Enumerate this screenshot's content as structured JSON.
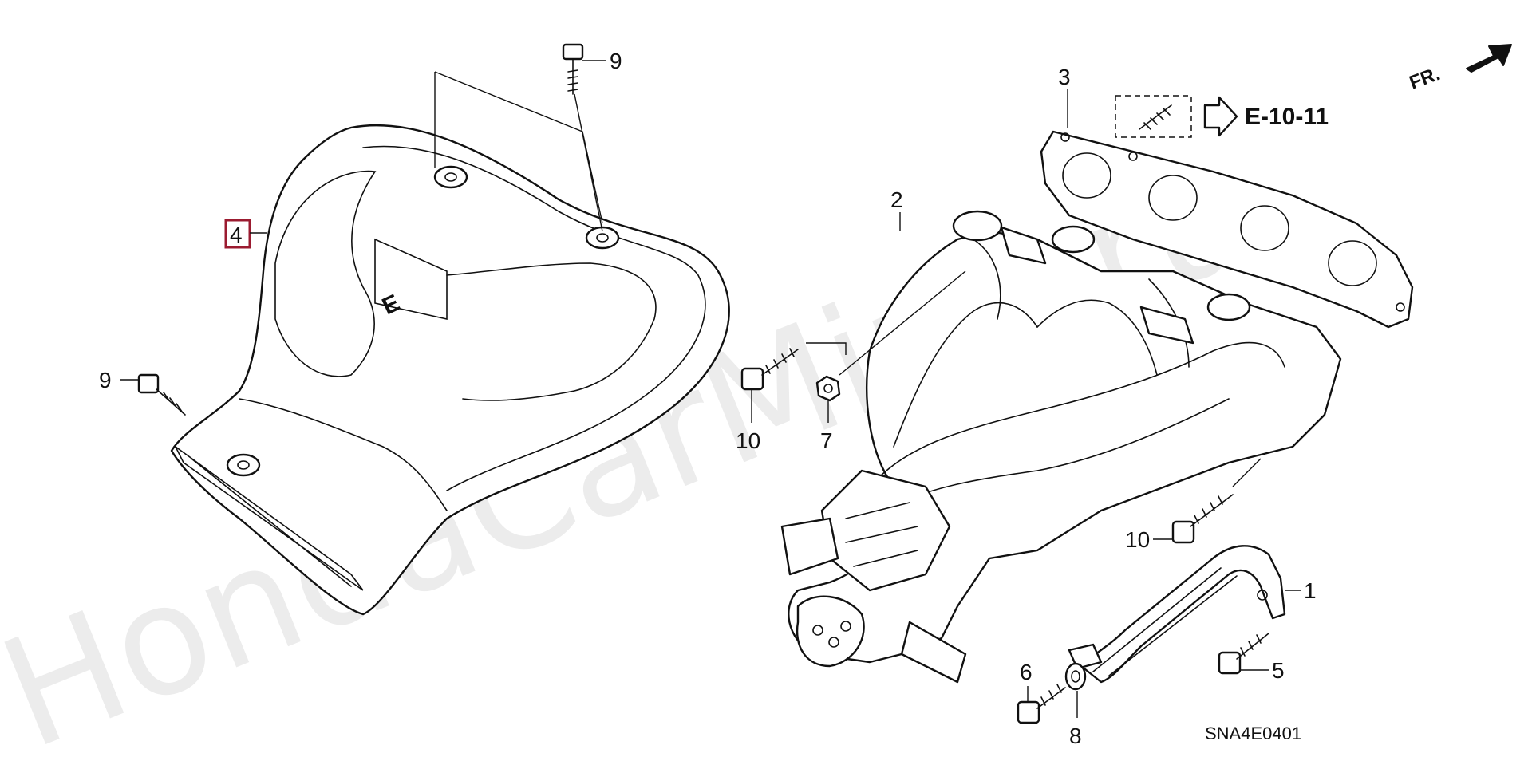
{
  "watermark": "HondaCarMine.ru",
  "callouts": {
    "part_1": "1",
    "part_2": "2",
    "part_3": "3",
    "part_4": "4",
    "part_5": "5",
    "part_6": "6",
    "part_7": "7",
    "part_8": "8",
    "part_9_top": "9",
    "part_9_left": "9",
    "part_10_left": "10",
    "part_10_right": "10"
  },
  "reference_link": "E-10-11",
  "direction_label": "FR.",
  "heat_shield_mark": "E",
  "diagram_code": "SNA4E0401",
  "colors": {
    "highlight_box": "#9b1b30",
    "line": "#111111",
    "watermark": "#ececec"
  }
}
